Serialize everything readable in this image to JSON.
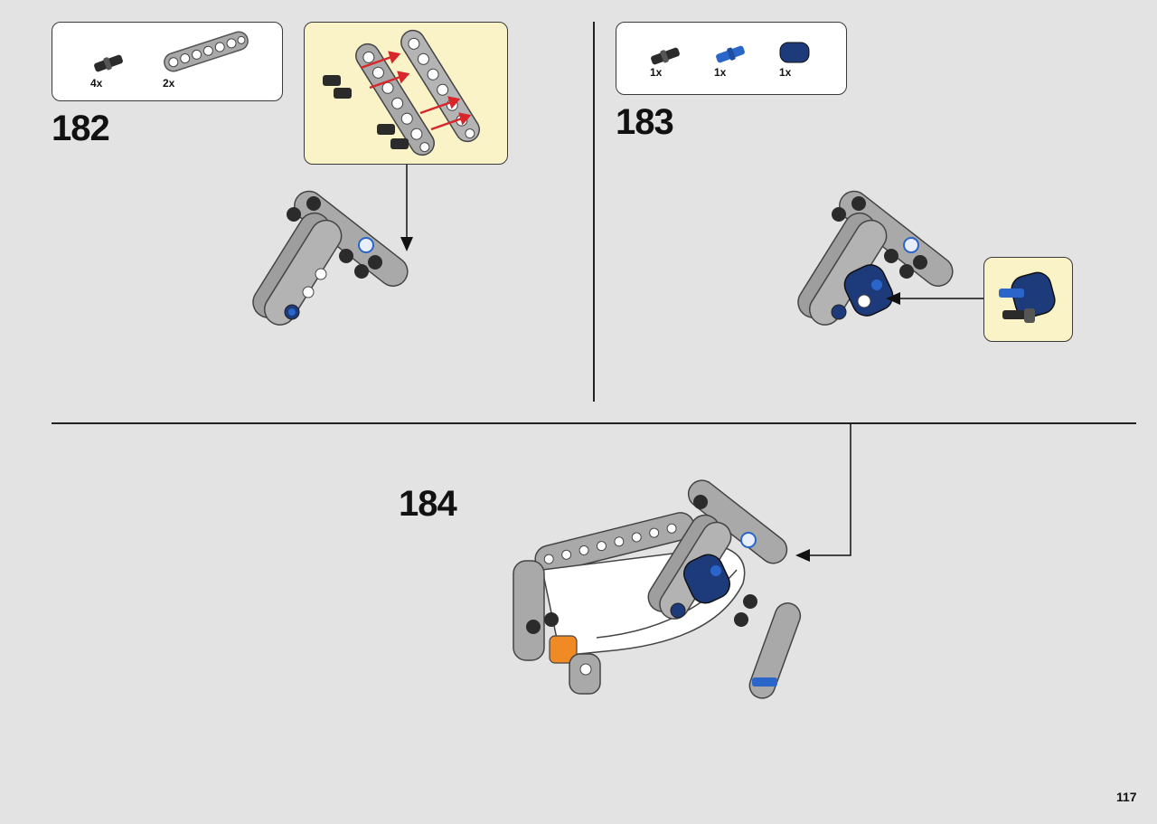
{
  "page_number": "117",
  "colors": {
    "background": "#e3e3e3",
    "callout": "#fbf3c8",
    "beam_gray": "#a9a9a9",
    "dark_blue": "#1d3a7a",
    "blue": "#2a66c9",
    "orange": "#f08a24",
    "arrow_red": "#d8262b"
  },
  "steps": [
    {
      "number": "182",
      "parts": [
        {
          "icon": "black-pin-icon",
          "qty": "4x"
        },
        {
          "icon": "gray-beam-7-icon",
          "qty": "2x"
        }
      ]
    },
    {
      "number": "183",
      "parts": [
        {
          "icon": "black-pin-icon",
          "qty": "1x"
        },
        {
          "icon": "blue-pin-icon",
          "qty": "1x"
        },
        {
          "icon": "dark-blue-connector-icon",
          "qty": "1x"
        }
      ]
    },
    {
      "number": "184",
      "parts": []
    }
  ]
}
